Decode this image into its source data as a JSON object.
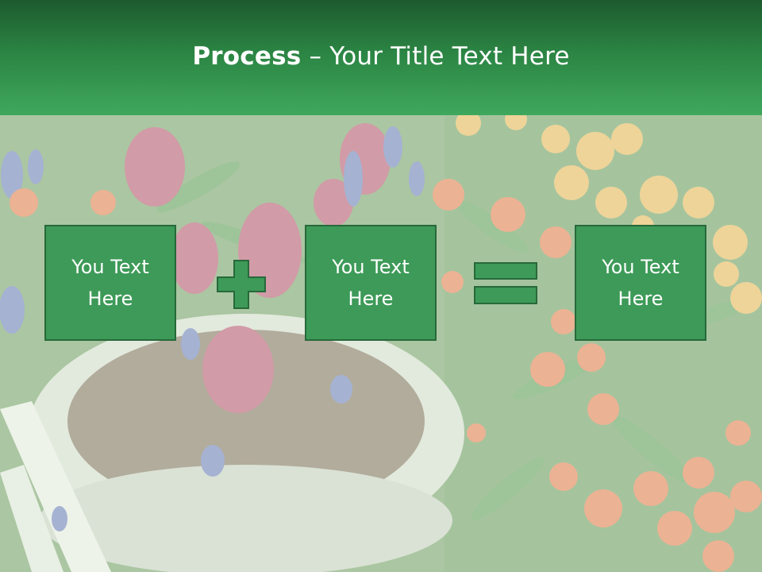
{
  "header": {
    "title_bold": "Process",
    "title_dash": " – ",
    "title_rest": "Your Title Text Here"
  },
  "boxes": [
    {
      "text": "You Text Here"
    },
    {
      "text": "You Text Here"
    },
    {
      "text": "You Text Here"
    }
  ],
  "operators": [
    "plus-icon",
    "equals-icon"
  ],
  "colors": {
    "header_top": "#1d5a2e",
    "header_bottom": "#3fa85d",
    "box_fill": "#3d9a58",
    "box_border": "#27693a",
    "operator_fill": "#3d9a58"
  },
  "background": "flower-garden-photo"
}
